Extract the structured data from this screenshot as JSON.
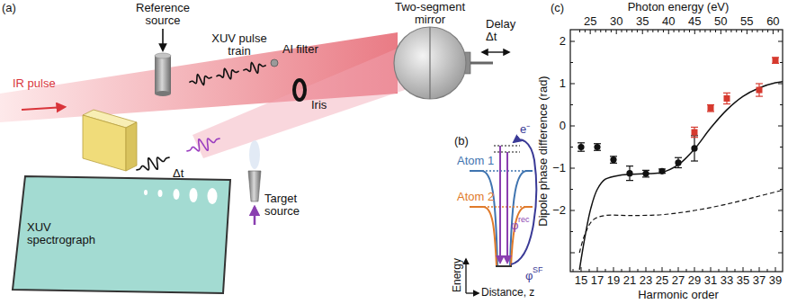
{
  "diagram": {
    "labels": [
      "(a)",
      "Reference source",
      "XUV pulse train",
      "Al filter",
      "IR pulse",
      "Delay Δt",
      "Two-segment mirror",
      "Iris",
      "Target source",
      "Δt",
      "XUV spectrograph",
      "(b)",
      "Atom 1",
      "Atom 2",
      "e⁻",
      "φ",
      "rec",
      "φ",
      "SF",
      "Energy",
      "Distance, z",
      "(c)",
      "Photon energy (eV)",
      "25",
      "30",
      "35",
      "40",
      "45",
      "50",
      "55",
      "60",
      "Dipole phase difference (rad)",
      "2",
      "1",
      "0",
      "−1",
      "−2",
      "15",
      "17",
      "19",
      "21",
      "23",
      "25",
      "27",
      "29",
      "31",
      "33",
      "35",
      "37",
      "39",
      "Harmonic order"
    ]
  }
}
